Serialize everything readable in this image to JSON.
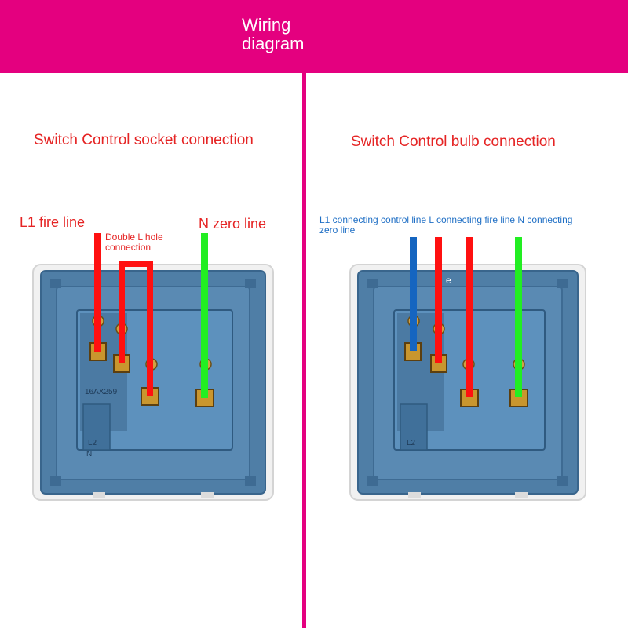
{
  "header": {
    "title": "Wiring diagram",
    "background": "#e4007f"
  },
  "left_panel": {
    "title": "Switch Control socket connection",
    "labels": {
      "l1": "L1 fire line",
      "double_l": "Double L hole connection",
      "n": "N zero line"
    },
    "socket_text": {
      "rating": "16AX259",
      "l2": "L2",
      "n": "N"
    }
  },
  "right_panel": {
    "title": "Switch Control bulb connection",
    "labels": {
      "connections": "L1 connecting control line L connecting fire line N connecting zero line"
    },
    "socket_text": {
      "l2": "L2",
      "fragment": "e"
    }
  },
  "wire_colors": {
    "fire": "#ff1010",
    "zero": "#22ee22",
    "control": "#1565c0"
  }
}
